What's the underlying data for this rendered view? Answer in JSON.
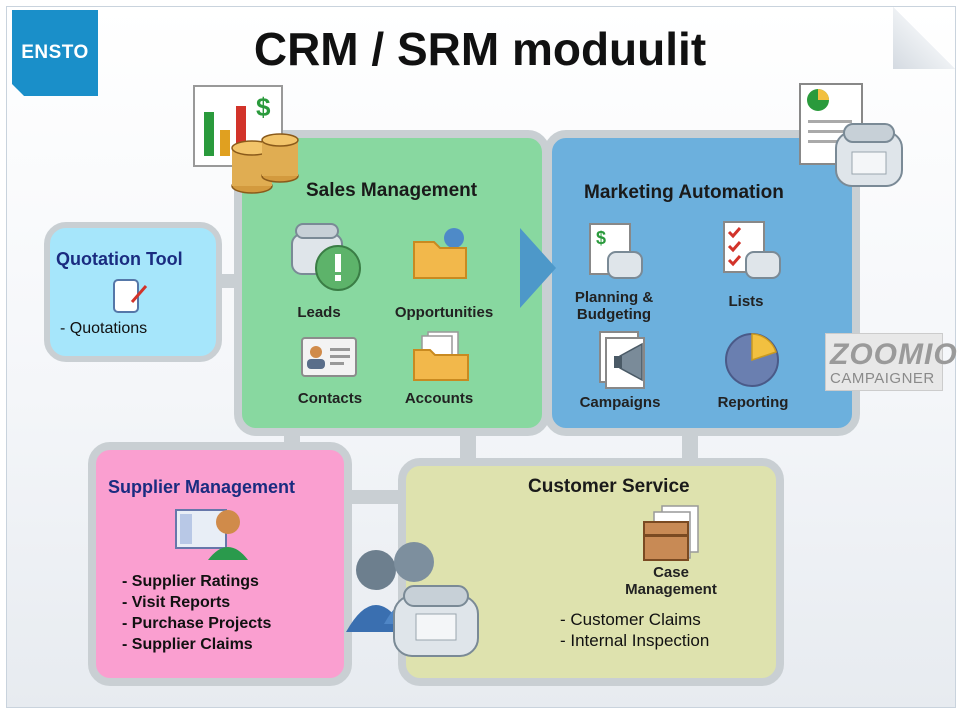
{
  "header": {
    "logo_text": "ENSTO",
    "title": "CRM / SRM moduulit"
  },
  "sales": {
    "title": "Sales Management",
    "items": [
      "Leads",
      "Opportunities",
      "Contacts",
      "Accounts"
    ]
  },
  "marketing": {
    "title": "Marketing Automation",
    "items": [
      "Planning &\nBudgeting",
      "Lists",
      "Campaigns",
      "Reporting"
    ]
  },
  "quotation": {
    "title": "Quotation Tool",
    "items": [
      "- Quotations"
    ]
  },
  "supplier": {
    "title": "Supplier Management",
    "items": [
      "- Supplier Ratings",
      "- Visit Reports",
      "- Purchase Projects",
      "- Supplier Claims"
    ]
  },
  "customer": {
    "title": "Customer Service",
    "case_label": "Case\nManagement",
    "items": [
      "- Customer Claims",
      "- Internal Inspection"
    ]
  },
  "zoomio": {
    "line1": "ZOOMIO",
    "line2": "CAMPAIGNER"
  }
}
